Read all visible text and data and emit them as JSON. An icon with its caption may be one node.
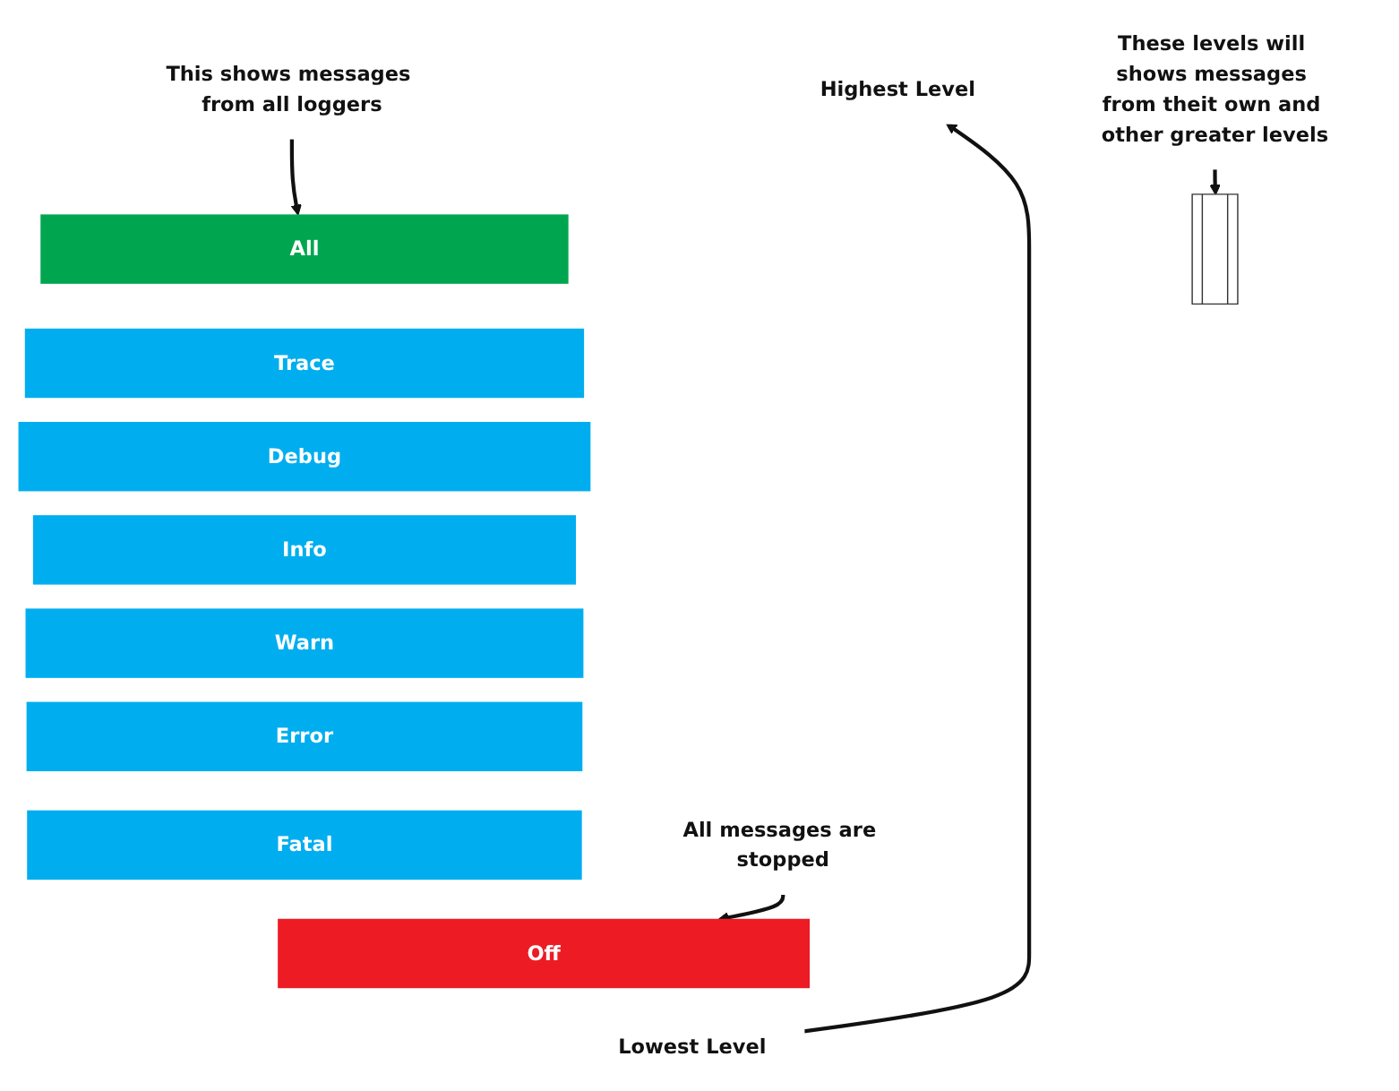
{
  "diagram": {
    "nodes": [
      {
        "text": [
          "Highest Level"
        ]
      },
      {
        "text": [
          "All"
        ]
      },
      {
        "text": [
          "Trace"
        ]
      },
      {
        "text": [
          "Debug"
        ]
      },
      {
        "text": [
          "Info"
        ]
      },
      {
        "text": [
          "Warn"
        ]
      },
      {
        "text": [
          "Error"
        ]
      },
      {
        "text": [
          "Fatal"
        ]
      },
      {
        "text": [
          "Off"
        ]
      },
      {
        "text": [
          "Lowest Level"
        ]
      },
      {
        "text": [
          "This shows messages from all loggers"
        ]
      },
      {
        "text": [
          "These levels will shows messages from theit own and other greater levels"
        ]
      },
      {
        "text": [
          "All messages are stopped"
        ]
      },
      {
        "text": [],
        "shape": "bracket"
      }
    ],
    "edges": [
      {
        "from": 9,
        "to": 0,
        "arrow": "to"
      },
      {
        "from": 10,
        "to": 1,
        "arrow": "to"
      },
      {
        "from": 11,
        "to": 13,
        "arrow": "to"
      },
      {
        "from": 12,
        "to": 8,
        "arrow": "to"
      }
    ]
  }
}
